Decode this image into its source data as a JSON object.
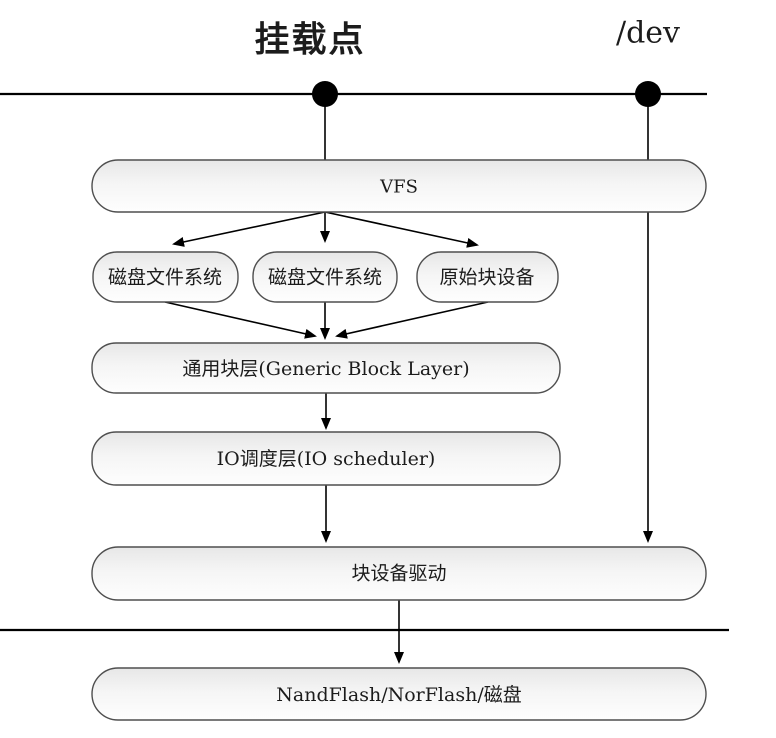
{
  "diagram": {
    "titles": {
      "mount_point": "挂载点",
      "dev": "/dev"
    },
    "nodes": {
      "vfs": {
        "label": "VFS"
      },
      "disk_fs_left": {
        "label": "磁盘文件系统"
      },
      "disk_fs_mid": {
        "label": "磁盘文件系统"
      },
      "raw_block_device": {
        "label": "原始块设备"
      },
      "generic_block_layer": {
        "label": "通用块层(Generic Block Layer)"
      },
      "io_scheduler": {
        "label": "IO调度层(IO scheduler)"
      },
      "block_device_driver": {
        "label": "块设备驱动"
      },
      "storage_devices": {
        "label": "NandFlash/NorFlash/磁盘"
      }
    },
    "colors": {
      "line": "#000000",
      "box_border": "#4f4f4f",
      "box_fill_top": "#e7e7e7",
      "box_fill_bottom": "#fefefe",
      "background": "#ffffff",
      "text": "#1c1c1c"
    }
  }
}
